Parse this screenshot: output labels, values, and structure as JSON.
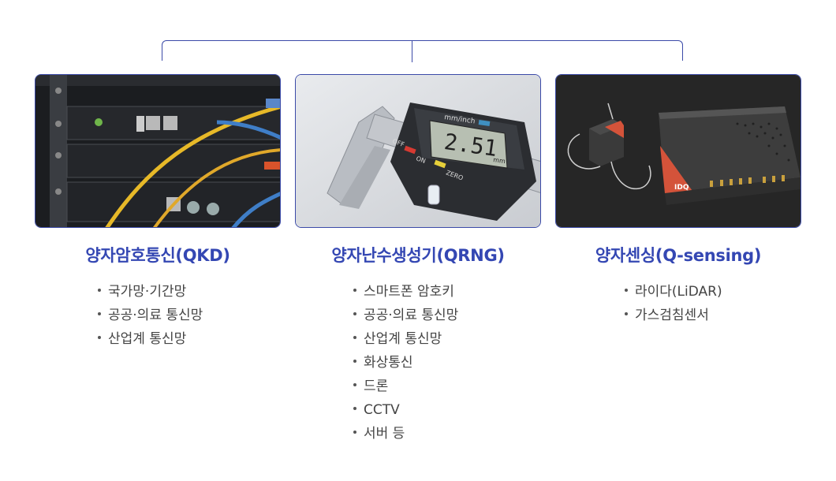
{
  "categories": [
    {
      "key": "qkd",
      "title": "양자암호통신(QKD)",
      "photo_icon": "network-rack-photo",
      "items": [
        "국가망·기간망",
        "공공·의료 통신망",
        "산업계 통신망"
      ]
    },
    {
      "key": "qrng",
      "title": "양자난수생성기(QRNG)",
      "photo_icon": "digital-caliper-photo",
      "photo_text": {
        "unit": "mm/inch",
        "off": "OFF",
        "on": "ON",
        "zero": "ZERO",
        "reading": "2.51",
        "mm": "mm"
      },
      "items": [
        "스마트폰 암호키",
        "공공·의료 통신망",
        "산업계 통신망",
        "화상통신",
        "드론",
        "CCTV",
        "서버 등"
      ]
    },
    {
      "key": "qs",
      "title": "양자센싱(Q-sensing)",
      "photo_icon": "quantum-sensor-device-photo",
      "photo_text": {
        "brand": "IDQ"
      },
      "items": [
        "라이다(LiDAR)",
        "가스검침센서"
      ]
    }
  ],
  "colors": {
    "accent": "#3447b3",
    "border": "#3b4aa8",
    "text": "#444444"
  }
}
